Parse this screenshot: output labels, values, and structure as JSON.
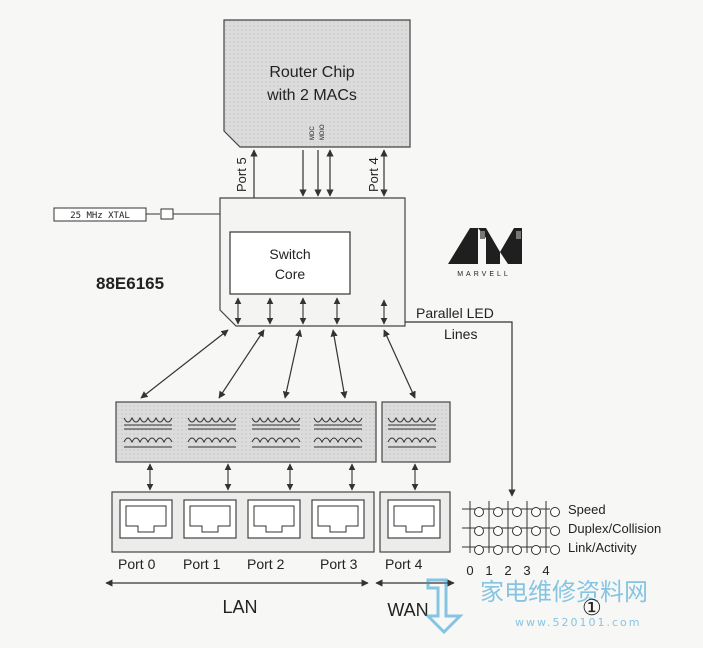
{
  "router_chip": {
    "line1": "Router Chip",
    "line2": "with 2 MACs",
    "mdc": "MDC",
    "mdio": "MDIO"
  },
  "port_links": {
    "port5": "Port 5",
    "port4": "Port 4"
  },
  "crystal": "25 MHz XTAL",
  "switch_core": {
    "line1": "Switch",
    "line2": "Core"
  },
  "chip_part": "88E6165",
  "marvell_logo": "MARVELL",
  "led_lines": {
    "line1": "Parallel LED",
    "line2": "Lines"
  },
  "ports": [
    "Port 0",
    "Port 1",
    "Port 2",
    "Port 3",
    "Port 4"
  ],
  "group_labels": {
    "lan": "LAN",
    "wan": "WAN"
  },
  "led_matrix": {
    "rows": [
      "Speed",
      "Duplex/Collision",
      "Link/Activity"
    ],
    "columns": [
      "0",
      "1",
      "2",
      "3",
      "4"
    ]
  },
  "watermark": {
    "text": "家电维修资料网",
    "url": "www.520101.com",
    "circle_mark": "①"
  }
}
